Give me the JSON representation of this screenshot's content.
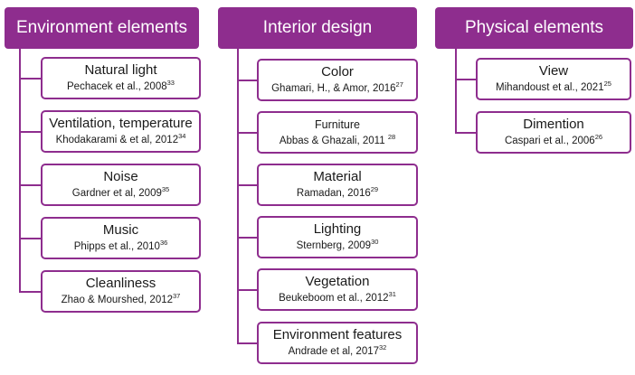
{
  "colors": {
    "accent": "#8e2d8e",
    "header_text": "#ffffff",
    "box_fill": "#ffffff"
  },
  "columns": [
    {
      "header": "Environment elements",
      "items": [
        {
          "title": "Natural light",
          "ref": "Pechacek et al., 2008",
          "sup": "33"
        },
        {
          "title": "Ventilation, temperature",
          "ref": "Khodakarami & et al, 2012",
          "sup": "34"
        },
        {
          "title": "Noise",
          "ref": "Gardner et al, 2009",
          "sup": "35"
        },
        {
          "title": "Music",
          "ref": "Phipps et al., 2010",
          "sup": "36"
        },
        {
          "title": "Cleanliness",
          "ref": "Zhao & Mourshed, 2012",
          "sup": "37"
        }
      ]
    },
    {
      "header": "Interior design",
      "items": [
        {
          "title": "Color",
          "ref": "Ghamari, H., & Amor, 2016",
          "sup": "27"
        },
        {
          "title": "Furniture",
          "ref": "Abbas & Ghazali, 2011 ",
          "sup": "28"
        },
        {
          "title": "Material",
          "ref": "Ramadan, 2016",
          "sup": "29"
        },
        {
          "title": "Lighting",
          "ref": "Sternberg, 2009",
          "sup": "30"
        },
        {
          "title": "Vegetation",
          "ref": "Beukeboom et al., 2012",
          "sup": "31"
        },
        {
          "title": "Environment features",
          "ref": "Andrade et al, 2017",
          "sup": "32"
        }
      ]
    },
    {
      "header": "Physical elements",
      "items": [
        {
          "title": "View",
          "ref": "Mihandoust et al., 2021",
          "sup": "25"
        },
        {
          "title": "Dimention",
          "ref": "Caspari et al., 2006",
          "sup": "26"
        }
      ]
    }
  ]
}
